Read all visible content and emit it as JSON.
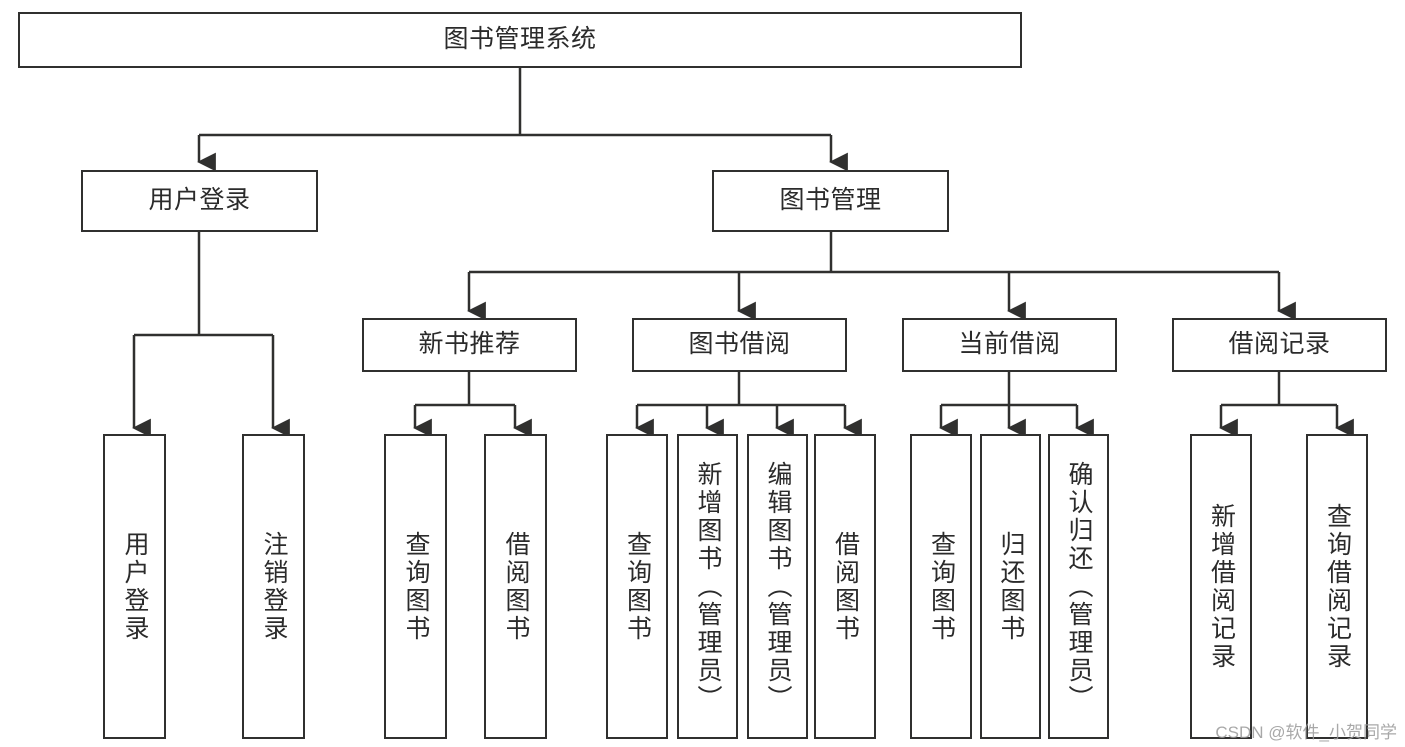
{
  "diagram": {
    "type": "tree-hierarchy-chart",
    "title": "图书管理系统",
    "watermark": "CSDN @软件_小贺同学",
    "stroke_color": "#30302f",
    "text_color": "#2b2b2b",
    "background_color": "#ffffff",
    "levels": {
      "root": {
        "label": "图书管理系统"
      },
      "level2": [
        {
          "id": "user-login",
          "label": "用户登录"
        },
        {
          "id": "book-management",
          "label": "图书管理"
        }
      ],
      "level3": [
        {
          "id": "new-book-recommend",
          "label": "新书推荐",
          "parent": "book-management"
        },
        {
          "id": "book-borrow",
          "label": "图书借阅",
          "parent": "book-management"
        },
        {
          "id": "current-borrow",
          "label": "当前借阅",
          "parent": "book-management"
        },
        {
          "id": "borrow-record",
          "label": "借阅记录",
          "parent": "book-management"
        }
      ],
      "leaves": [
        {
          "id": "leaf-user-login",
          "label": "用户登录",
          "parent": "user-login"
        },
        {
          "id": "leaf-logout-login",
          "label": "注销登录",
          "parent": "user-login"
        },
        {
          "id": "leaf-query-book-1",
          "label": "查询图书",
          "parent": "new-book-recommend"
        },
        {
          "id": "leaf-borrow-book-1",
          "label": "借阅图书",
          "parent": "new-book-recommend"
        },
        {
          "id": "leaf-query-book-2",
          "label": "查询图书",
          "parent": "book-borrow"
        },
        {
          "id": "leaf-add-book",
          "label": "新增图书（管理员）",
          "parent": "book-borrow"
        },
        {
          "id": "leaf-edit-book",
          "label": "编辑图书（管理员）",
          "parent": "book-borrow"
        },
        {
          "id": "leaf-borrow-book-2",
          "label": "借阅图书",
          "parent": "book-borrow"
        },
        {
          "id": "leaf-query-book-3",
          "label": "查询图书",
          "parent": "current-borrow"
        },
        {
          "id": "leaf-return-book",
          "label": "归还图书",
          "parent": "current-borrow"
        },
        {
          "id": "leaf-confirm-return",
          "label": "确认归还（管理员）",
          "parent": "current-borrow"
        },
        {
          "id": "leaf-add-record",
          "label": "新增借阅记录",
          "parent": "borrow-record"
        },
        {
          "id": "leaf-query-record",
          "label": "查询借阅记录",
          "parent": "borrow-record"
        }
      ]
    }
  }
}
